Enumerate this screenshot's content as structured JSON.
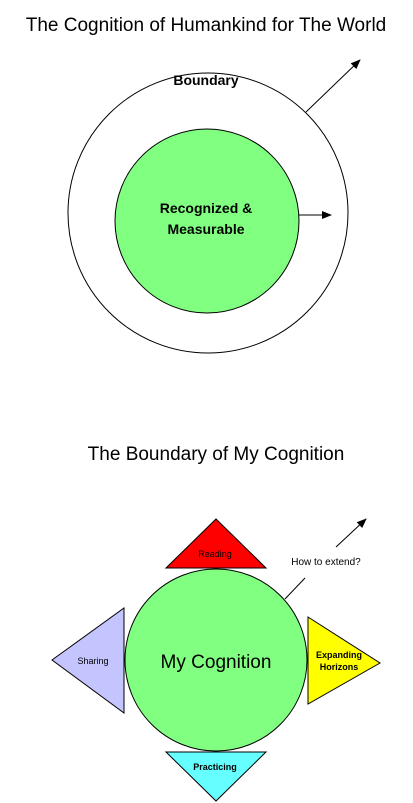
{
  "top_diagram": {
    "title": "The Cognition of Humankind for The World",
    "outer_label": "Boundary",
    "inner_label_line1": "Recognized &",
    "inner_label_line2": "Measurable"
  },
  "bottom_diagram": {
    "title": "The Boundary of My Cognition",
    "center_label": "My Cognition",
    "extend_question": "How to extend?",
    "triangles": {
      "reading": {
        "label": "Reading",
        "color": "#ff0000"
      },
      "sharing": {
        "label": "Sharing",
        "color": "#c4c4ff"
      },
      "expanding": {
        "label_line1": "Expanding",
        "label_line2": "Horizons",
        "color": "#ffff00"
      },
      "practicing": {
        "label": "Practicing",
        "color": "#66ffff"
      }
    }
  },
  "colors": {
    "circle_fill": "#80ff80",
    "stroke": "#000000"
  }
}
